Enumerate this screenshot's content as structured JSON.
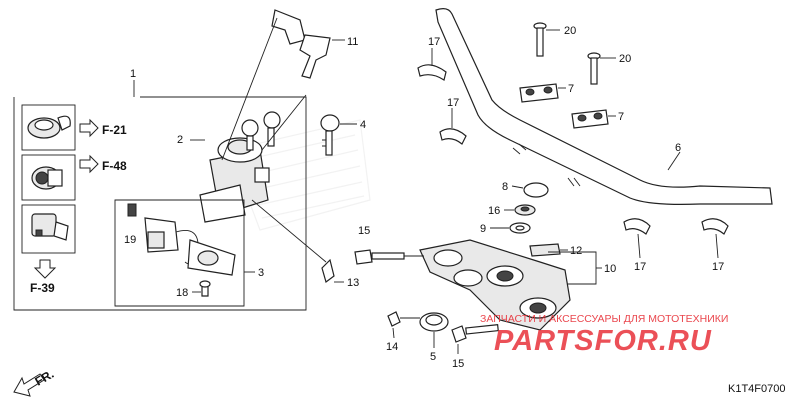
{
  "diagram": {
    "code": "K1T4F0700",
    "parts": {
      "p1": "1",
      "p2": "2",
      "p3": "3",
      "p4": "4",
      "p5": "5",
      "p6": "6",
      "p7a": "7",
      "p7b": "7",
      "p8": "8",
      "p9": "9",
      "p10": "10",
      "p11": "11",
      "p12": "12",
      "p13": "13",
      "p14": "14",
      "p15a": "15",
      "p15b": "15",
      "p16": "16",
      "p17a": "17",
      "p17b": "17",
      "p17c": "17",
      "p17d": "17",
      "p18": "18",
      "p19": "19",
      "p20a": "20",
      "p20b": "20"
    },
    "refs": {
      "f21": "F-21",
      "f48": "F-48",
      "f39": "F-39"
    },
    "direction": "FR."
  },
  "watermark": {
    "brand": "PARTSFOR.RU",
    "tagline": "ЗАПЧАСТИ И АКСЕССУАРЫ ДЛЯ МОТОТЕХНИКИ"
  },
  "colors": {
    "watermark": "#e8323a",
    "line": "#222222"
  }
}
